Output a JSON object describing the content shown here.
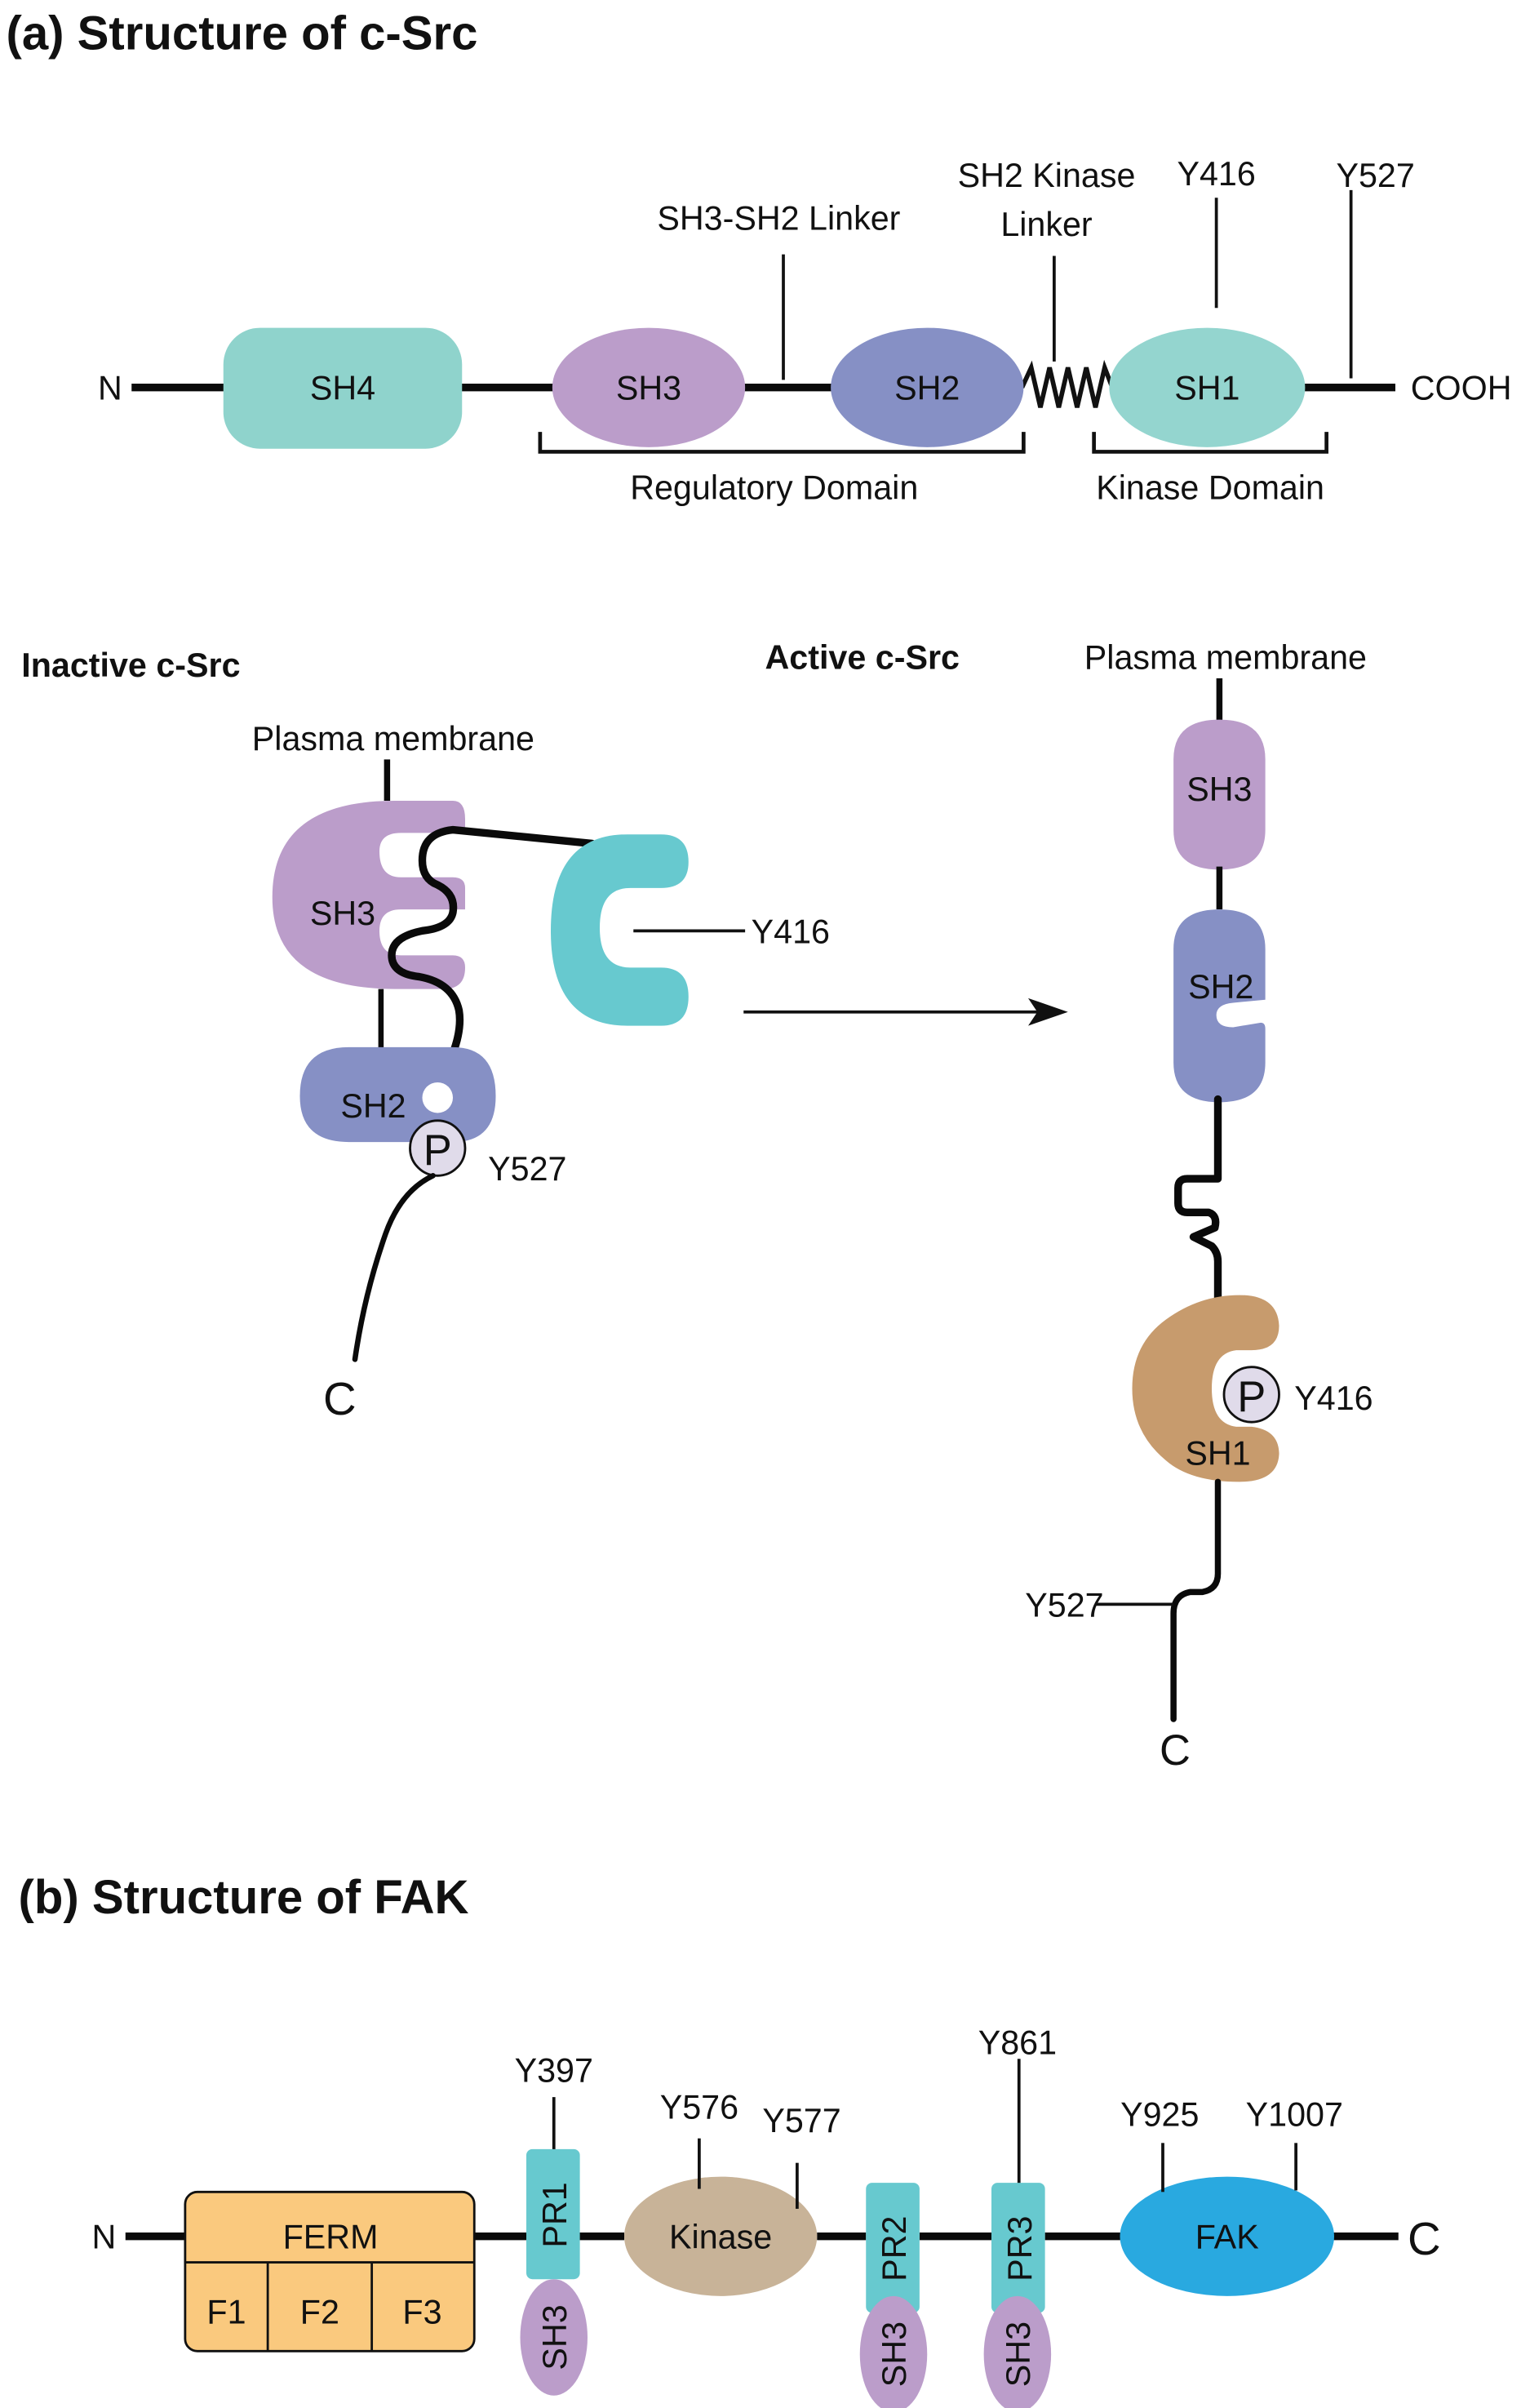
{
  "panel_a": {
    "title": "(a) Structure of c-Src",
    "linear": {
      "n_terminus": "N",
      "c_terminus": "COOH",
      "domains": [
        {
          "label": "SH4",
          "color": "#8fd3cc"
        },
        {
          "label": "SH3",
          "color": "#bb9dca"
        },
        {
          "label": "SH2",
          "color": "#8690c5"
        },
        {
          "label": "SH1",
          "color": "#94d5cf"
        }
      ],
      "annotations": {
        "sh3_sh2_linker": "SH3-SH2 Linker",
        "sh2_kinase_linker_line1": "SH2 Kinase",
        "sh2_kinase_linker_line2": "Linker",
        "y416": "Y416",
        "y527": "Y527"
      },
      "brackets": {
        "regulatory": "Regulatory Domain",
        "kinase": "Kinase Domain"
      }
    },
    "inactive": {
      "heading": "Inactive c-Src",
      "membrane": "Plasma membrane",
      "sh3": "SH3",
      "sh2": "SH2",
      "phospho": "P",
      "y527": "Y527",
      "y416": "Y416",
      "c_terminus": "C",
      "kinase_color": "#67c9cf"
    },
    "transition": {
      "arrow": "right-arrow"
    },
    "active": {
      "heading": "Active c-Src",
      "membrane": "Plasma membrane",
      "sh3": "SH3",
      "sh2": "SH2",
      "sh1": "SH1",
      "phospho": "P",
      "y416": "Y416",
      "y527": "Y527",
      "c_terminus": "C",
      "kinase_color": "#c79b6d"
    }
  },
  "panel_b": {
    "title": "(b) Structure of FAK",
    "n_terminus": "N",
    "c_terminus": "C",
    "ferm": {
      "label": "FERM",
      "subdomains": [
        "F1",
        "F2",
        "F3"
      ],
      "color": "#fac97e"
    },
    "proline_rich": [
      {
        "label": "PR1",
        "binder": "SH3"
      },
      {
        "label": "PR2",
        "binder": "SH3"
      },
      {
        "label": "PR3",
        "binder": "SH3"
      }
    ],
    "kinase": {
      "label": "Kinase",
      "color": "#c8b398"
    },
    "fat": {
      "label": "FAK",
      "color": "#29a9e0"
    },
    "sites": {
      "y397": "Y397",
      "y576": "Y576",
      "y577": "Y577",
      "y861": "Y861",
      "y925": "Y925",
      "y1007": "Y1007"
    },
    "pr_color": "#67c9cf",
    "sh3_color": "#bb9dca"
  }
}
